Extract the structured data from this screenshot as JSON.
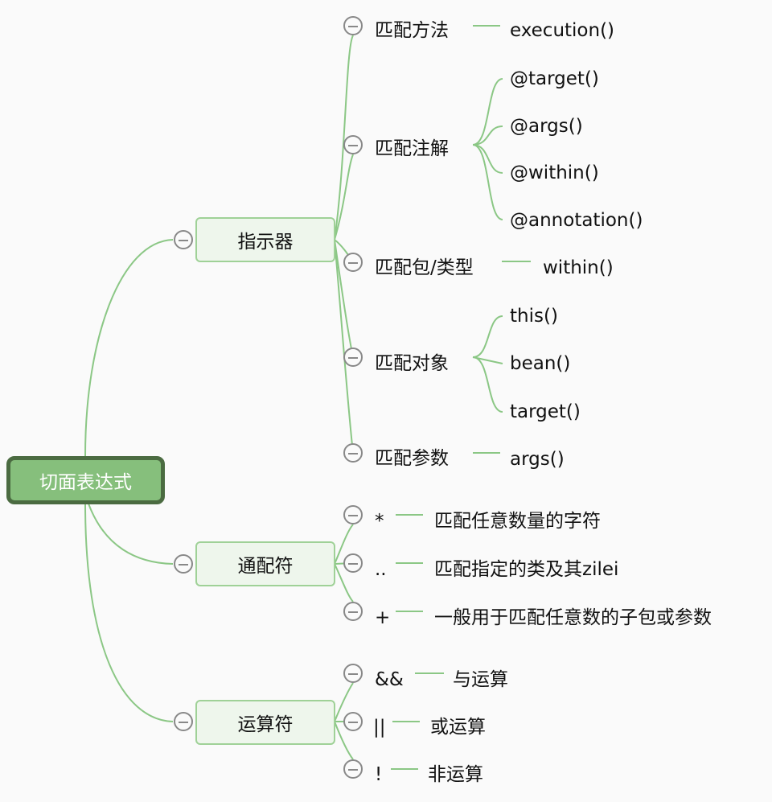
{
  "root": {
    "label": "切面表达式"
  },
  "branches": [
    {
      "label": "指示器",
      "children": [
        {
          "label": "匹配方法",
          "leaves": [
            "execution()"
          ]
        },
        {
          "label": "匹配注解",
          "leaves": [
            "@target()",
            "@args()",
            "@within()",
            "@annotation()"
          ]
        },
        {
          "label": "匹配包/类型",
          "leaves": [
            "within()"
          ]
        },
        {
          "label": "匹配对象",
          "leaves": [
            "this()",
            "bean()",
            "target()"
          ]
        },
        {
          "label": "匹配参数",
          "leaves": [
            "args()"
          ]
        }
      ]
    },
    {
      "label": "通配符",
      "children": [
        {
          "label": "*",
          "leaves": [
            "匹配任意数量的字符"
          ]
        },
        {
          "label": "..",
          "leaves": [
            "匹配指定的类及其zilei"
          ]
        },
        {
          "label": "+",
          "leaves": [
            "一般用于匹配任意数的子包或参数"
          ]
        }
      ]
    },
    {
      "label": "运算符",
      "children": [
        {
          "label": "&&",
          "leaves": [
            "与运算"
          ]
        },
        {
          "label": "||",
          "leaves": [
            "或运算"
          ]
        },
        {
          "label": "!",
          "leaves": [
            "非运算"
          ]
        }
      ]
    }
  ],
  "colors": {
    "line": "#8bc785",
    "root_fill": "#86bf7c",
    "root_border": "#4b6b41",
    "node_fill": "#eef6ec"
  }
}
